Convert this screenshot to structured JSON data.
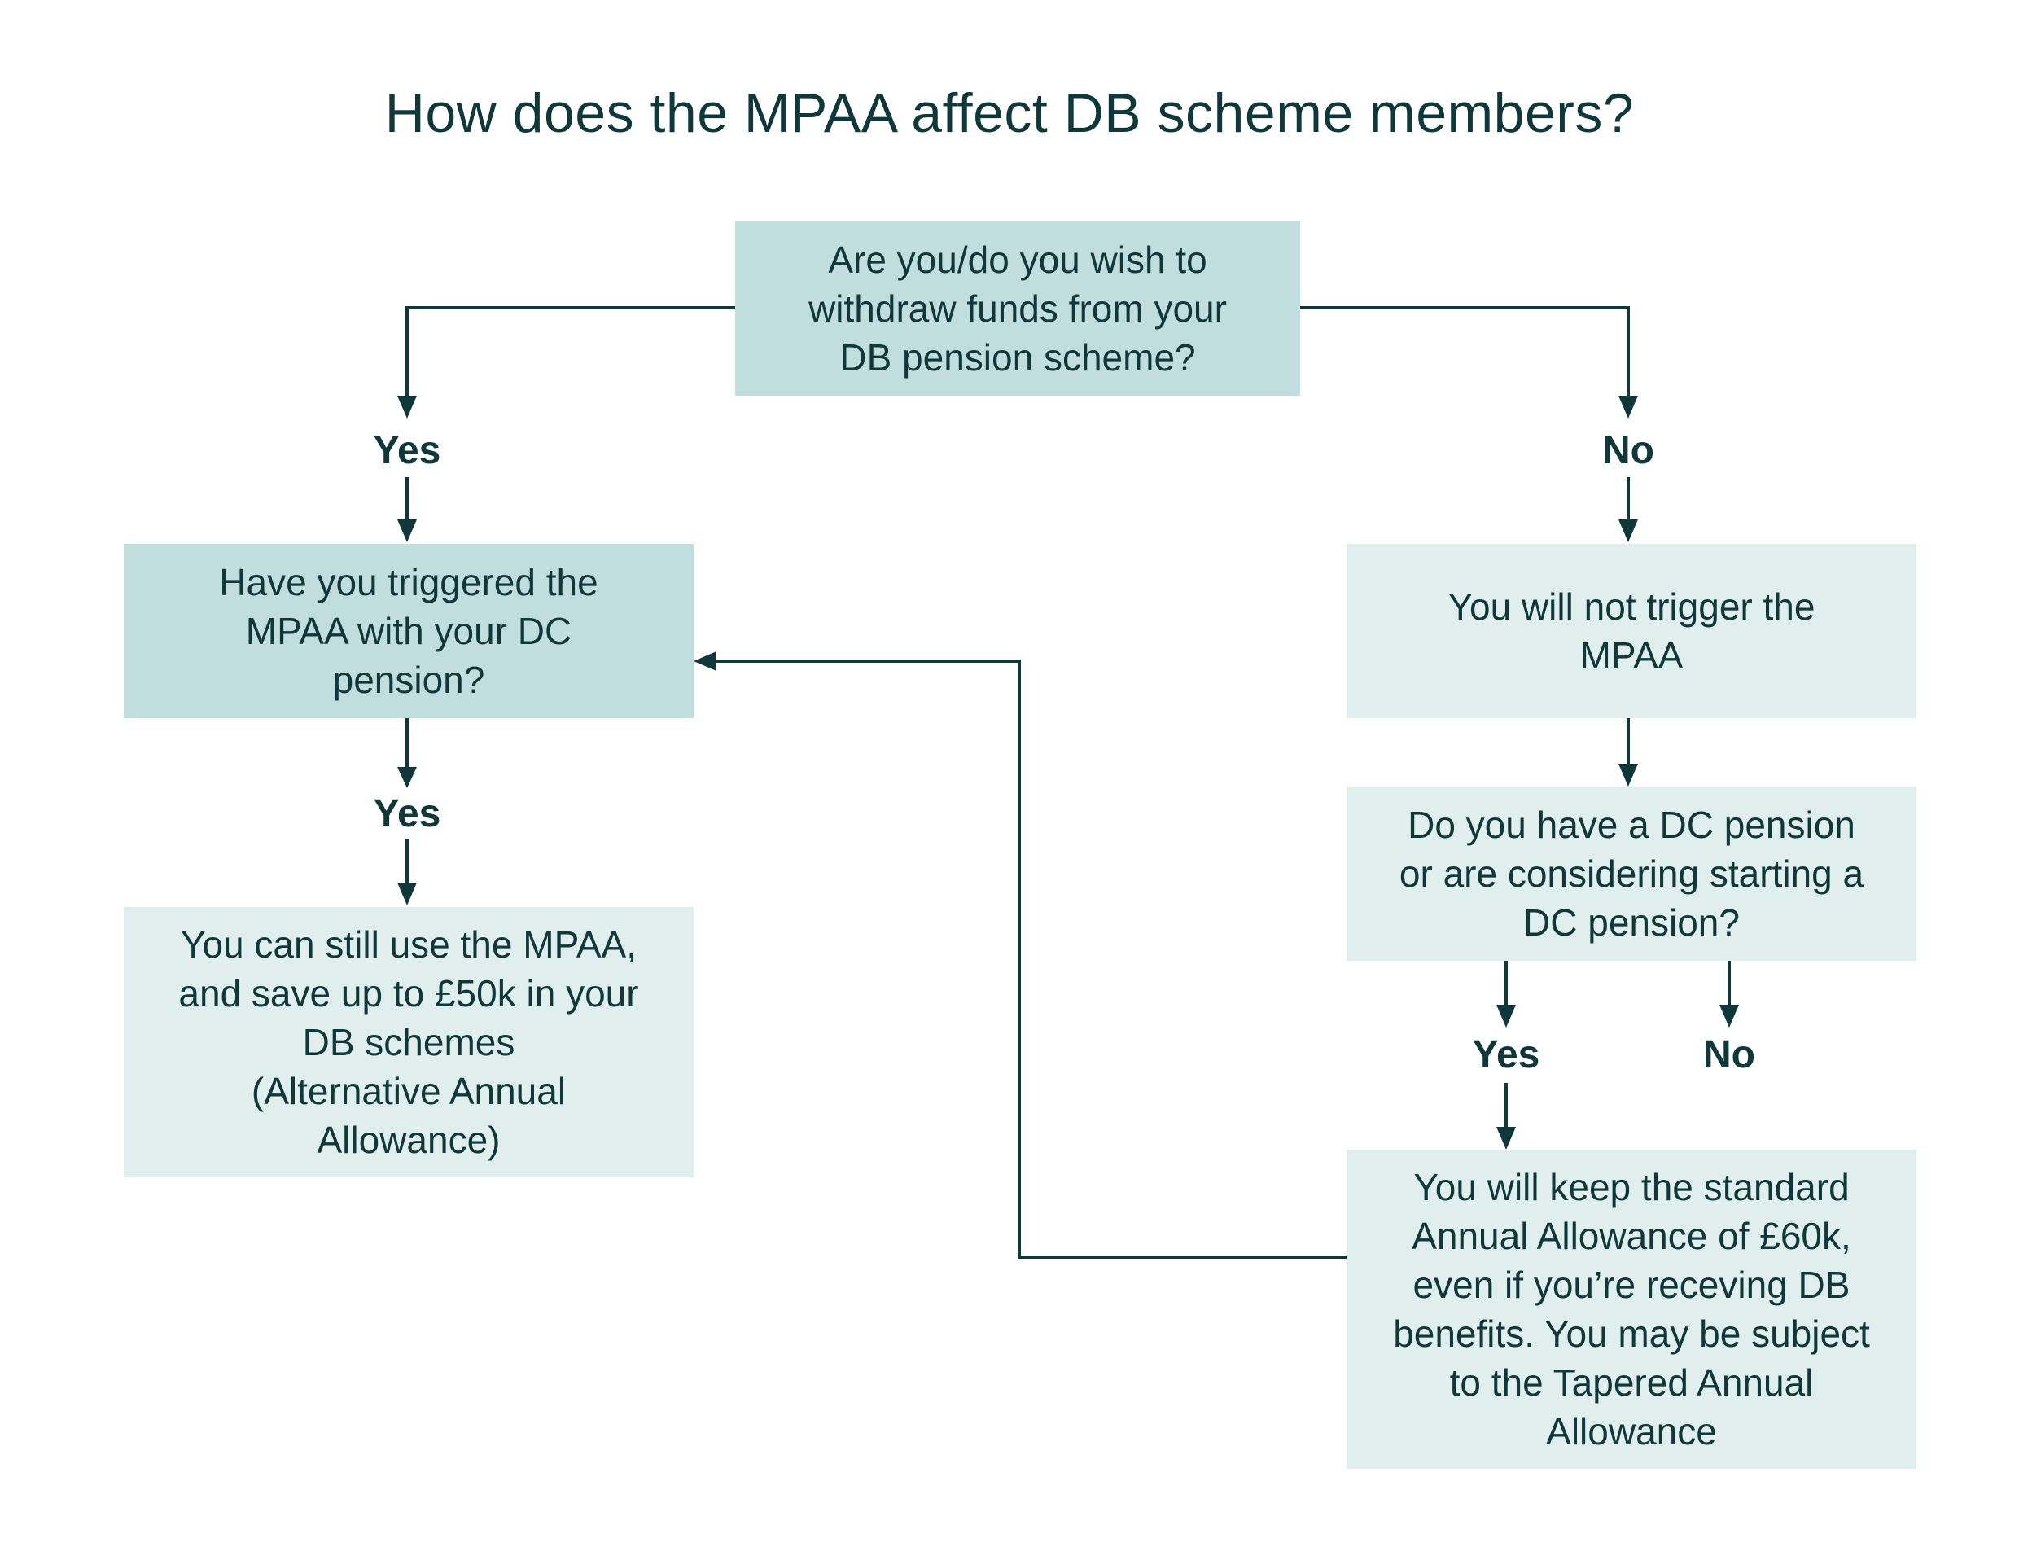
{
  "title": "How does the MPAA affect DB scheme members?",
  "nodes": {
    "q_withdraw": "Are you/do you wish to\nwithdraw funds from your\nDB pension scheme?",
    "q_triggered": "Have you triggered the\nMPAA with your DC\npension?",
    "a_not_trigger": "You will not trigger the\nMPAA",
    "q_have_dc": "Do you have a DC pension\nor are considering starting a\nDC pension?",
    "a_still_use": "You can still use the MPAA,\nand save up to £50k in your\nDB schemes\n(Alternative Annual\nAllowance)",
    "a_keep_standard": "You will keep the standard\nAnnual Allowance of £60k,\neven if you’re receving DB\nbenefits. You may be subject\nto the Tapered Annual\nAllowance"
  },
  "labels": {
    "yes_1": "Yes",
    "no_1": "No",
    "yes_2": "Yes",
    "yes_3": "Yes",
    "no_3": "No"
  },
  "colors": {
    "question_box": "#c2dddd",
    "answer_box": "#e0eeed",
    "ink": "#10373a"
  }
}
